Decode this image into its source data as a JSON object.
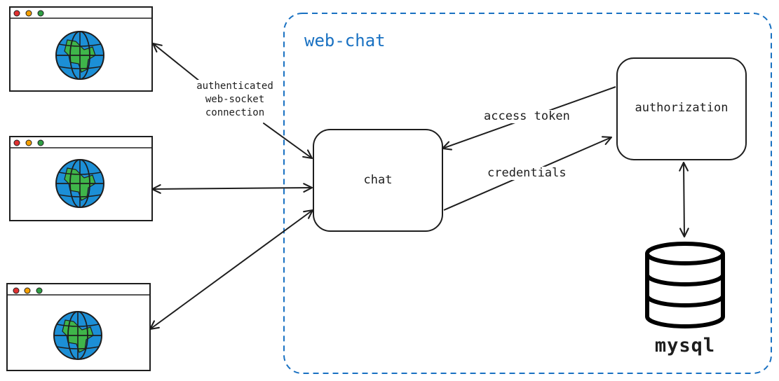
{
  "region": {
    "label": "web-chat",
    "color": "#1971c2"
  },
  "nodes": {
    "chat": "chat",
    "authorization": "authorization",
    "database": "mysql"
  },
  "edges": {
    "client_connection": [
      "authenticated",
      "web-socket",
      "connection"
    ],
    "access_token": "access token",
    "credentials": "credentials"
  },
  "clients": [
    {
      "icon": "browser-globe-icon"
    },
    {
      "icon": "browser-globe-icon"
    },
    {
      "icon": "browser-globe-icon"
    }
  ],
  "colors": {
    "stroke": "#1e1e1e",
    "globe_ocean": "#1c8fd6",
    "globe_land": "#3fb54a",
    "dot_red": "#e03131",
    "dot_yellow": "#f59f00",
    "dot_green": "#2f9e44"
  }
}
